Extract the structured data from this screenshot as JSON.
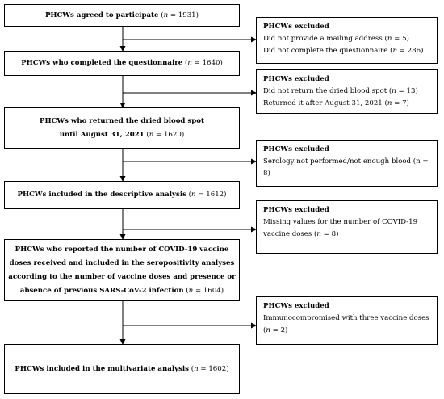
{
  "main_boxes": [
    {
      "id": "agreed",
      "lines": [
        {
          "text": "PHCWs agreed to participate",
          "n": "1931"
        }
      ]
    },
    {
      "id": "completed",
      "lines": [
        {
          "text": "PHCWs who completed the questionnaire",
          "n": "1640"
        }
      ]
    },
    {
      "id": "returned",
      "lines": [
        {
          "text": "PHCWs who returned the dried blood spot",
          "n": ""
        },
        {
          "text": "until August 31, 2021",
          "n": "1620"
        }
      ]
    },
    {
      "id": "descriptive",
      "lines": [
        {
          "text": "PHCWs included in the descriptive analysis",
          "n": "1612"
        }
      ]
    },
    {
      "id": "seropositivity",
      "lines": [
        {
          "text": "PHCWs who reported the number of COVID-19 vaccine",
          "n": ""
        },
        {
          "text": "doses received and included in the seropositivity analyses",
          "n": ""
        },
        {
          "text": "according to the number of vaccine doses and presence or",
          "n": ""
        },
        {
          "text": "absence of previous SARS-CoV-2 infection",
          "n": "1604"
        }
      ]
    },
    {
      "id": "multivariate",
      "lines": [
        {
          "text": "PHCWs included in the multivariate analysis",
          "n": "1602"
        }
      ]
    }
  ],
  "excluded_boxes": [
    {
      "header": "PHCWs excluded",
      "items": [
        {
          "text": "Did not provide a mailing address",
          "n": "5"
        },
        {
          "text": "Did not complete the questionnaire",
          "n": "286"
        }
      ]
    },
    {
      "header": "PHCWs excluded",
      "items": [
        {
          "text": "Did not return the dried blood spot",
          "n": "13"
        },
        {
          "text": "Returned it after August 31, 2021",
          "n": "7"
        }
      ]
    },
    {
      "header": "PHCWs excluded",
      "items": [
        {
          "text": "Serology not performed/not enough blood (n =",
          "n": ""
        },
        {
          "text": "8)",
          "n": ""
        }
      ]
    },
    {
      "header": "PHCWs excluded",
      "items": [
        {
          "text": "Missing values for the number of COVID-19",
          "n": ""
        },
        {
          "text": "vaccine doses",
          "n": "8"
        }
      ]
    },
    {
      "header": "PHCWs excluded",
      "items": [
        {
          "text": "Immunocompromised with three vaccine doses",
          "n": ""
        },
        {
          "text": "",
          "n": "2"
        }
      ]
    }
  ],
  "n_symbol": "n"
}
